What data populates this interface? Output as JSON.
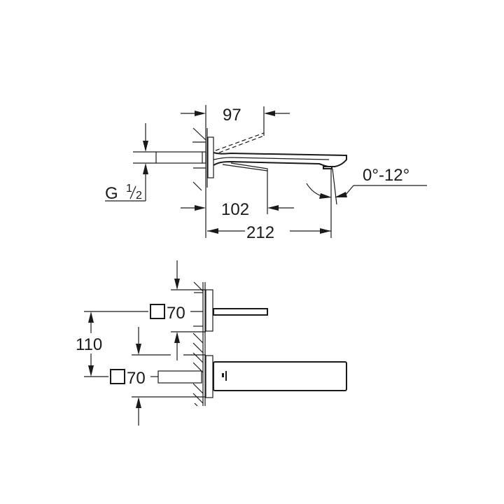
{
  "drawing": {
    "title": "Wall-mounted basin mixer dimension drawing",
    "colors": {
      "line": "#1a1a1a",
      "background": "#ffffff"
    },
    "side_view": {
      "dims": {
        "spout_projection_upper": "97",
        "spout_projection_lower": "102",
        "total_projection": "212",
        "thread": "G",
        "thread_num": "1",
        "thread_den": "2",
        "angle": "0°-12°"
      }
    },
    "front_view": {
      "dims": {
        "rosette_upper": "70",
        "rosette_lower": "70",
        "axis_distance": "110"
      },
      "square_symbol": "square-icon"
    }
  }
}
